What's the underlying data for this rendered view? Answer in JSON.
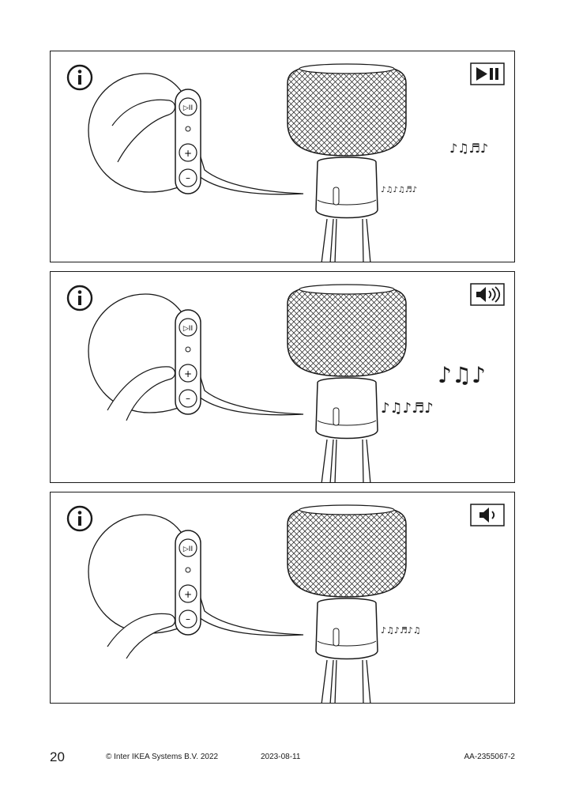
{
  "panels": [
    {
      "icon": "info-icon",
      "mode_icon": "play-pause-icon",
      "highlight": "play-pause-button",
      "notes": "many"
    },
    {
      "icon": "info-icon",
      "mode_icon": "volume-up-icon",
      "highlight": "volume-up-button",
      "notes": "loud"
    },
    {
      "icon": "info-icon",
      "mode_icon": "volume-down-icon",
      "highlight": "volume-down-button",
      "notes": "quiet"
    }
  ],
  "footer": {
    "page_number": "20",
    "copyright": "© Inter IKEA Systems B.V. 2022",
    "date": "2023-08-11",
    "doc_number": "AA-2355067-2"
  },
  "colors": {
    "ink": "#1a1a1a",
    "paper": "#ffffff"
  }
}
